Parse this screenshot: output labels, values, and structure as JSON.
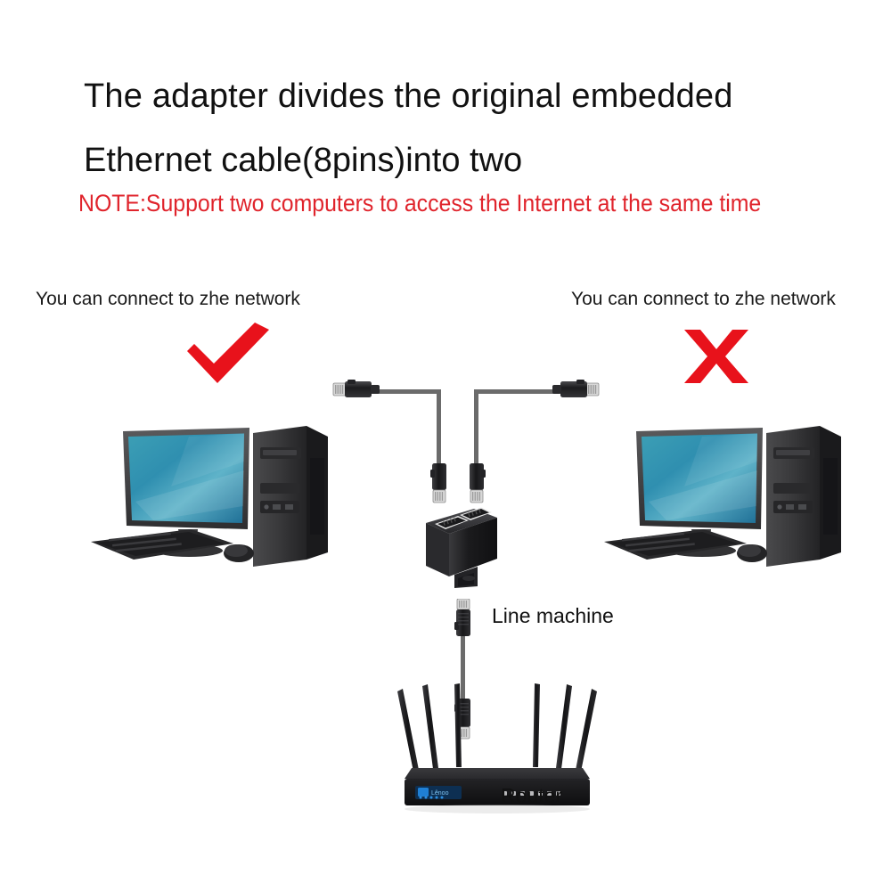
{
  "headline": {
    "line1": "The adapter divides the original embedded",
    "line2": "Ethernet cable(8pins)into two"
  },
  "note": {
    "text": "NOTE:Support two computers to access the Internet at the same time",
    "color": "#e0242c"
  },
  "captions": {
    "left": "You can connect to zhe network",
    "right": "You can connect to zhe network"
  },
  "marks": {
    "check_label": "check-mark",
    "x_label": "x-mark",
    "color": "#e8121b"
  },
  "diagram": {
    "line_machine_label": "Line machine",
    "router_label": "Router",
    "splitter_ports": 2,
    "router_antennas": 6,
    "cable_color": "#6b6b6b",
    "screen_color": "#2e8ca8"
  },
  "devices": {
    "computer_left": "desktop-computer",
    "computer_right": "desktop-computer",
    "splitter": "rj45-splitter-adapter",
    "router": "wireless-router"
  }
}
